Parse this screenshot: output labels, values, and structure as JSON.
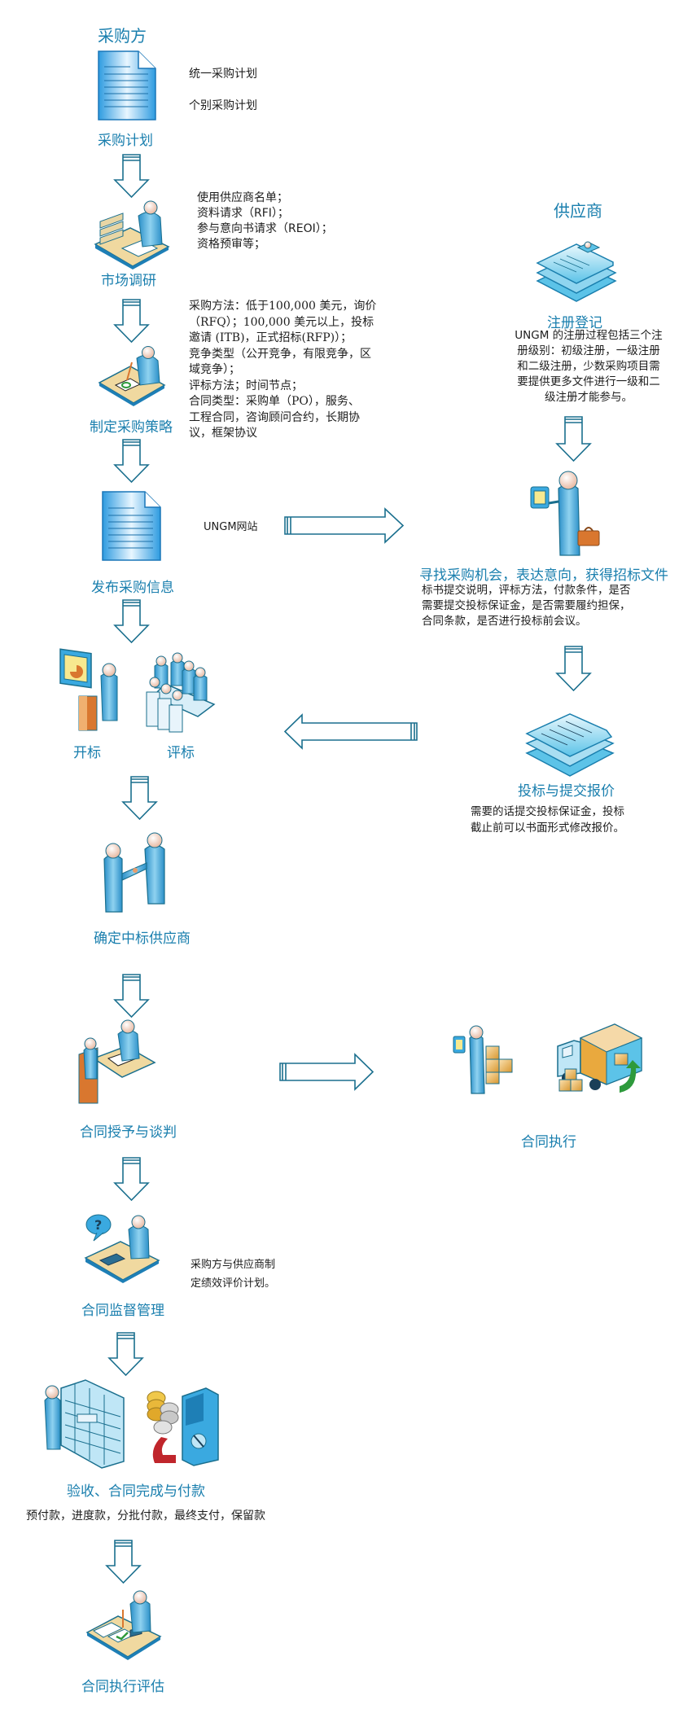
{
  "diagram": {
    "colors": {
      "heading": "#1a7fae",
      "arrow_stroke": "#1a6f8e",
      "body_text": "#1d1d1d",
      "icon_blue": "#3aa9e0",
      "icon_light": "#bfe6f6",
      "desk": "#f0d9a0",
      "wood": "#d9772f",
      "green": "#2e9a3c",
      "red": "#c0262c"
    },
    "buyer": {
      "title": "采购方",
      "steps": [
        {
          "label": "采购计划",
          "icon": "document-icon",
          "notes": [
            "统一采购计划",
            "个别采购计划"
          ]
        },
        {
          "label": "市场调研",
          "icon": "researcher-at-desk-icon",
          "notes": [
            "使用供应商名单；",
            "资料请求（RFI）；",
            "参与意向书请求（REOI）；",
            "资格预审等；"
          ]
        },
        {
          "label": "制定采购策略",
          "icon": "planner-at-desk-icon",
          "notes": [
            "采购方法：低于100,000 美元，询价",
            "（RFQ）；100,000 美元以上，投标",
            "邀请 (ITB)，正式招标(RFP)）；",
            "竞争类型（公开竞争，有限竞争，区",
            "域竞争）；",
            "评标方法；时间节点；",
            "合同类型：采购单（PO），服务、",
            "工程合同，咨询顾问合约，长期协",
            "议，框架协议"
          ]
        },
        {
          "label": "发布采购信息",
          "icon": "document-icon",
          "notes": [
            "UNGM网站"
          ]
        },
        {
          "labels": [
            "开标",
            "评标"
          ],
          "icons": [
            "presenter-podium-icon",
            "meeting-table-icon"
          ]
        },
        {
          "label": "确定中标供应商",
          "icon": "handshake-icon"
        },
        {
          "label": "合同授予与谈判",
          "icon": "negotiation-desk-icon"
        },
        {
          "label": "合同监督管理",
          "icon": "phone-desk-question-icon",
          "notes": [
            "采购方与供应商制",
            "定绩效评价计划。"
          ]
        },
        {
          "label": "验收、合同完成与付款",
          "icons": [
            "server-rack-person-icon",
            "coins-safe-icon"
          ],
          "notes": [
            "预付款，进度款，分批付款，最终支付，保留款"
          ]
        },
        {
          "label": "合同执行评估",
          "icon": "evaluator-desk-icon"
        }
      ]
    },
    "supplier": {
      "title": "供应商",
      "steps": [
        {
          "label": "注册登记",
          "icon": "registration-papers-icon",
          "notes": [
            "UNGM 的注册过程包括三个注",
            "册级别：初级注册，一级注册",
            "和二级注册，少数采购项目需",
            "要提供更多文件进行一级和二",
            "级注册才能参与。"
          ]
        },
        {
          "label": "寻找采购机会，表达意向，获得招标文件",
          "icon": "person-briefcase-computer-icon",
          "notes": [
            "标书提交说明，评标方法，付款条件，是否",
            "需要提交投标保证金，是否需要履约担保，",
            "合同条款，是否进行投标前会议。"
          ]
        },
        {
          "label": "投标与提交报价",
          "icon": "bid-papers-icon",
          "notes": [
            "需要的话提交投标保证金，投标",
            "截止前可以书面形式修改报价。"
          ]
        },
        {
          "label": "合同执行",
          "icons": [
            "person-boxes-icon",
            "delivery-truck-icon"
          ]
        }
      ]
    },
    "connectors": [
      {
        "from": "采购计划",
        "to": "市场调研",
        "direction": "down"
      },
      {
        "from": "市场调研",
        "to": "制定采购策略",
        "direction": "down"
      },
      {
        "from": "制定采购策略",
        "to": "发布采购信息",
        "direction": "down"
      },
      {
        "from": "发布采购信息",
        "to": "寻找采购机会，表达意向，获得招标文件",
        "direction": "right"
      },
      {
        "from": "发布采购信息",
        "to": "开标/评标",
        "direction": "down"
      },
      {
        "from": "注册登记",
        "to": "寻找采购机会，表达意向，获得招标文件",
        "direction": "down"
      },
      {
        "from": "寻找采购机会，表达意向，获得招标文件",
        "to": "投标与提交报价",
        "direction": "down"
      },
      {
        "from": "投标与提交报价",
        "to": "开标/评标",
        "direction": "left"
      },
      {
        "from": "开标/评标",
        "to": "确定中标供应商",
        "direction": "down"
      },
      {
        "from": "确定中标供应商",
        "to": "合同授予与谈判",
        "direction": "down"
      },
      {
        "from": "合同授予与谈判",
        "to": "合同执行",
        "direction": "right"
      },
      {
        "from": "合同授予与谈判",
        "to": "合同监督管理",
        "direction": "down"
      },
      {
        "from": "合同监督管理",
        "to": "验收、合同完成与付款",
        "direction": "down"
      },
      {
        "from": "验收、合同完成与付款",
        "to": "合同执行评估",
        "direction": "down"
      }
    ]
  }
}
